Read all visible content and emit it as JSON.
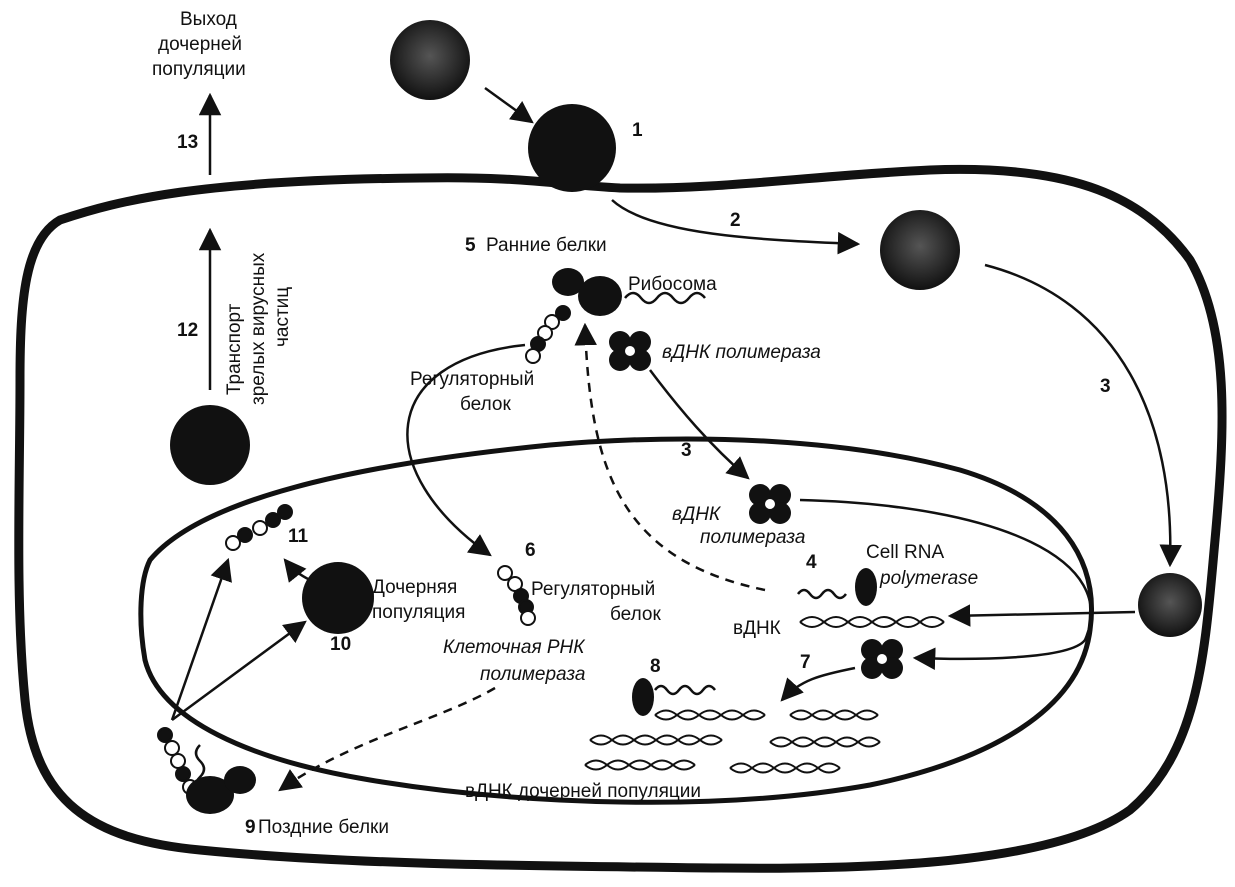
{
  "labels": {
    "exit_line1": "Выход",
    "exit_line2": "дочерней",
    "exit_line3": "популяции",
    "transport_line1": "Транспорт",
    "transport_line2": "зрелых вирусных",
    "transport_line3": "частиц",
    "early_proteins": "Ранние белки",
    "ribosome": "Рибосома",
    "vdna_polymerase_top": "вДНК полимераза",
    "regulatory_protein_top_line1": "Регуляторный",
    "regulatory_protein_top_line2": "белок",
    "vdna_polymerase_mid_line1": "вДНК",
    "vdna_polymerase_mid_line2": "полимераза",
    "cell_rna_pol_line1": "Cell RNA",
    "cell_rna_pol_line2": "polymerase",
    "daughter_pop_line1": "Дочерняя",
    "daughter_pop_line2": "популяция",
    "regulatory_protein_nuc_line1": "Регуляторный",
    "regulatory_protein_nuc_line2": "белок",
    "vdna": "вДНК",
    "cellular_rna_pol_line1": "Клеточная РНК",
    "cellular_rna_pol_line2": "полимераза",
    "vdna_daughter": "вДНК дочерней популяции",
    "late_proteins": "Поздние белки"
  },
  "steps": {
    "s1": "1",
    "s2": "2",
    "s3a": "3",
    "s3b": "3",
    "s4": "4",
    "s5": "5",
    "s6": "6",
    "s7": "7",
    "s8": "8",
    "s9": "9",
    "s10": "10",
    "s11": "11",
    "s12": "12",
    "s13": "13"
  },
  "colors": {
    "ink": "#111111",
    "paper": "#ffffff",
    "virion": "#1a1a1a"
  }
}
